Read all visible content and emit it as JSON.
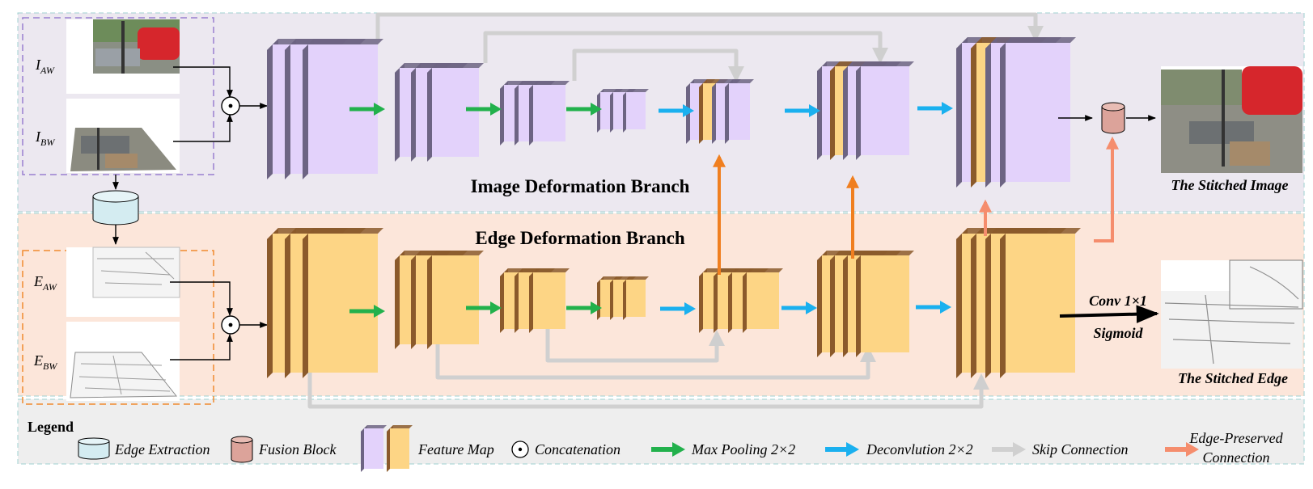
{
  "branches": {
    "image": "Image Deformation Branch",
    "edge": "Edge Deformation Branch"
  },
  "inputs": {
    "i_aw": {
      "main": "I",
      "sub": "AW"
    },
    "i_bw": {
      "main": "I",
      "sub": "BW"
    },
    "e_aw": {
      "main": "E",
      "sub": "AW"
    },
    "e_bw": {
      "main": "E",
      "sub": "BW"
    }
  },
  "outputs": {
    "stitched_image": "The Stitched Image",
    "stitched_edge": "The Stitched Edge",
    "conv_label": "Conv 1×1",
    "sigmoid_label": "Sigmoid"
  },
  "legend": {
    "title": "Legend",
    "edge_extraction": "Edge Extraction",
    "fusion_block": "Fusion Block",
    "feature_map": "Feature Map",
    "concatenation": "Concatenation",
    "max_pooling": "Max Pooling 2×2",
    "deconvolution": "Deconvlution 2×2",
    "skip_connection": "Skip Connection",
    "edge_preserved_line1": "Edge-Preserved",
    "edge_preserved_line2": "Connection"
  },
  "colors": {
    "purple_fill": "#e3d2fb",
    "purple_side": "#6d6483",
    "orange_fill": "#fdd585",
    "orange_side": "#8b5a2b",
    "green_arrow": "#22b14c",
    "blue_arrow": "#1ab0ef",
    "grey_skip": "#d0d0d0",
    "orange_up": "#f07f20",
    "salmon_edge_preserved": "#f58d6d",
    "top_band": "#ece8f0",
    "bottom_band": "#fce6da",
    "legend_band": "#eeeeee"
  }
}
